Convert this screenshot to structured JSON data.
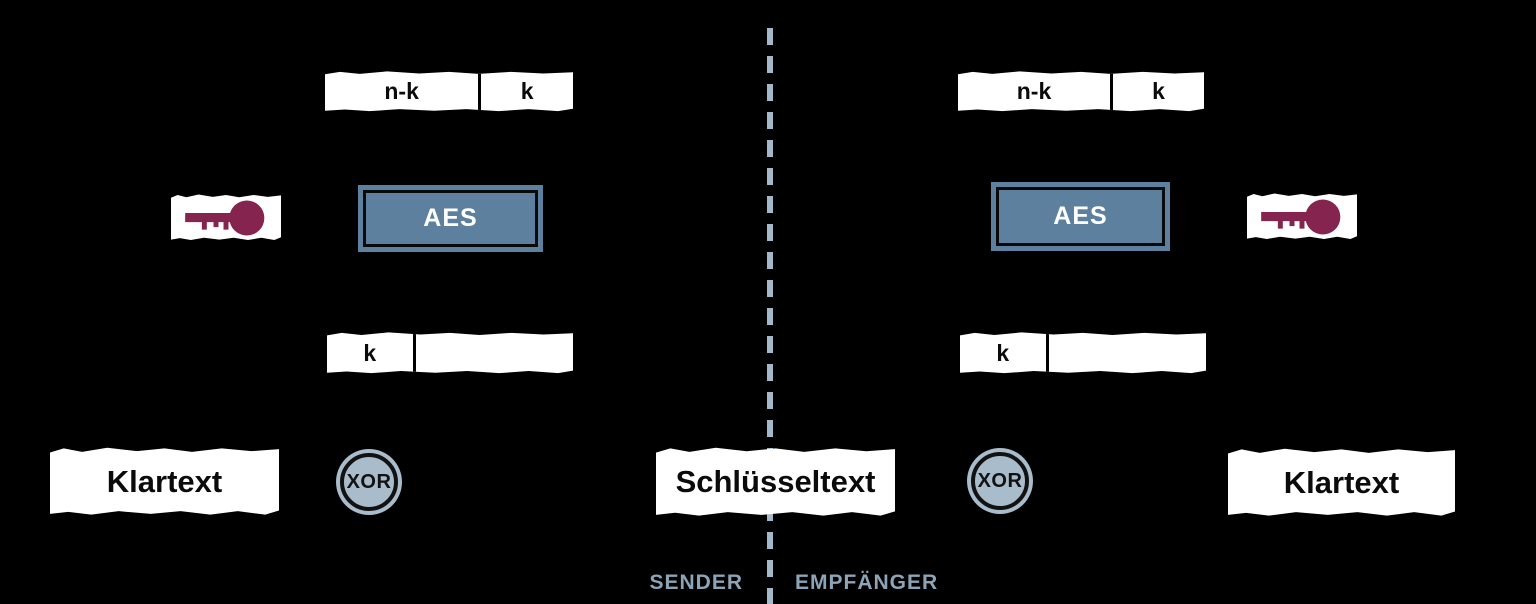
{
  "colors": {
    "background": "#000000",
    "box_fill": "#ffffff",
    "text_dark": "#0b0b0b",
    "aes_fill": "#5d809e",
    "xor_fill": "#a9bccb",
    "key_red": "#85244e",
    "divider_dash": "#a3b8c8",
    "role_label": "#8ca4b6"
  },
  "divider": {
    "sender_label": "SENDER",
    "receiver_label": "EMPFÄNGER"
  },
  "sender": {
    "shift_register": {
      "cells": [
        "n-k",
        "k"
      ]
    },
    "key_icon": "key-icon",
    "aes_box": {
      "label": "AES"
    },
    "output_register": {
      "cells": [
        "k",
        ""
      ]
    },
    "xor_node": {
      "label": "XOR"
    },
    "plaintext_box": {
      "label": "Klartext"
    }
  },
  "channel": {
    "ciphertext_box": {
      "label": "Schlüsseltext"
    }
  },
  "receiver": {
    "shift_register": {
      "cells": [
        "n-k",
        "k"
      ]
    },
    "key_icon": "key-icon",
    "aes_box": {
      "label": "AES"
    },
    "output_register": {
      "cells": [
        "k",
        ""
      ]
    },
    "xor_node": {
      "label": "XOR"
    },
    "plaintext_box": {
      "label": "Klartext"
    }
  }
}
